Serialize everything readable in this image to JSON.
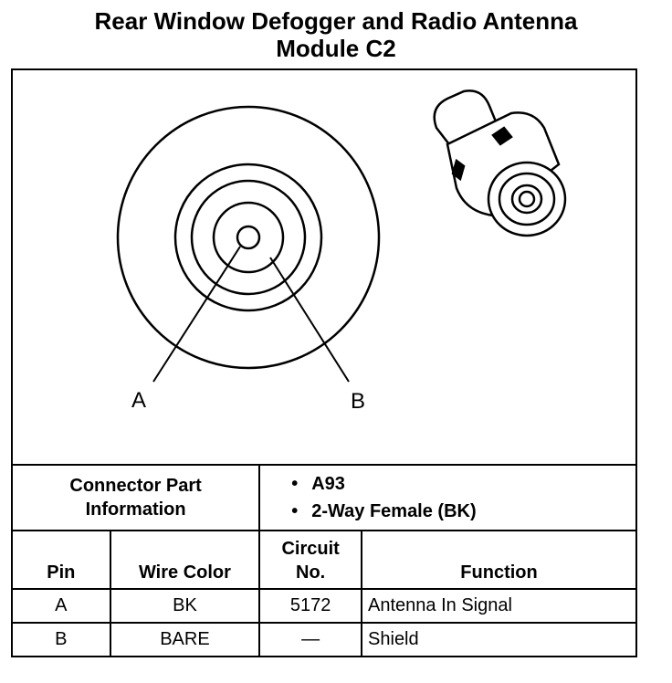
{
  "title": {
    "line1": "Rear Window Defogger and Radio Antenna",
    "line2": "Module C2"
  },
  "callouts": {
    "a": "A",
    "b": "B"
  },
  "connector_info": {
    "label_line1": "Connector Part",
    "label_line2": "Information",
    "bullets": [
      "A93",
      "2-Way Female (BK)"
    ]
  },
  "table": {
    "headers": {
      "pin": "Pin",
      "wire_color": "Wire Color",
      "circuit_line1": "Circuit",
      "circuit_line2": "No.",
      "function": "Function"
    },
    "rows": [
      {
        "pin": "A",
        "wire_color": "BK",
        "circuit": "5172",
        "function": "Antenna In Signal"
      },
      {
        "pin": "B",
        "wire_color": "BARE",
        "circuit": "—",
        "function": "Shield"
      }
    ]
  }
}
